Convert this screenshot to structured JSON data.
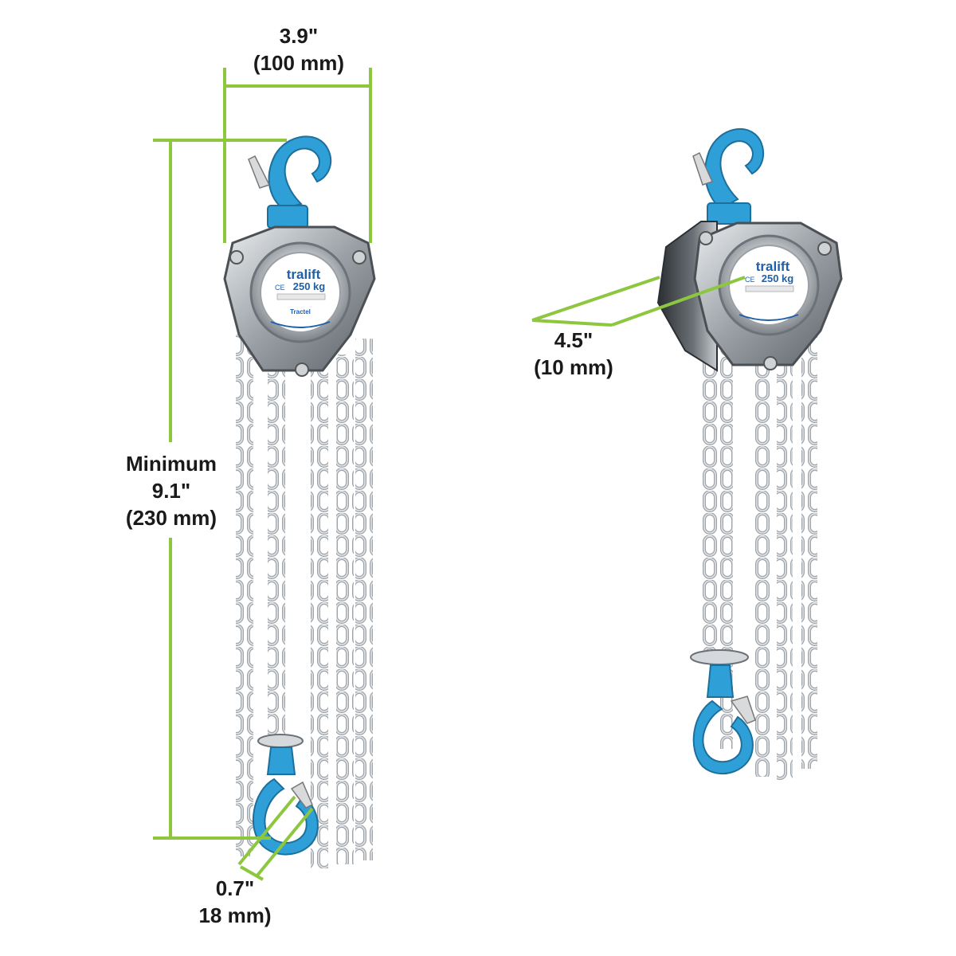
{
  "product": {
    "nameplate": {
      "brand": "tralift",
      "capacity": "250 kg",
      "ce_mark": "CE",
      "maker": "Tractel"
    }
  },
  "dimensions": {
    "width": {
      "imperial": "3.9\"",
      "metric": "(100 mm)"
    },
    "height": {
      "prefix": "Minimum",
      "imperial": "9.1\"",
      "metric": "(230 mm)"
    },
    "depth": {
      "imperial": "4.5\"",
      "metric": "(10 mm)"
    },
    "hook_opening": {
      "imperial": "0.7\"",
      "metric": "18 mm)"
    }
  },
  "colors": {
    "dimension_line": "#8dc63f",
    "hook_blue": "#2f9fd8",
    "steel": "#b9bec3",
    "chain": "#a9aeb3"
  }
}
